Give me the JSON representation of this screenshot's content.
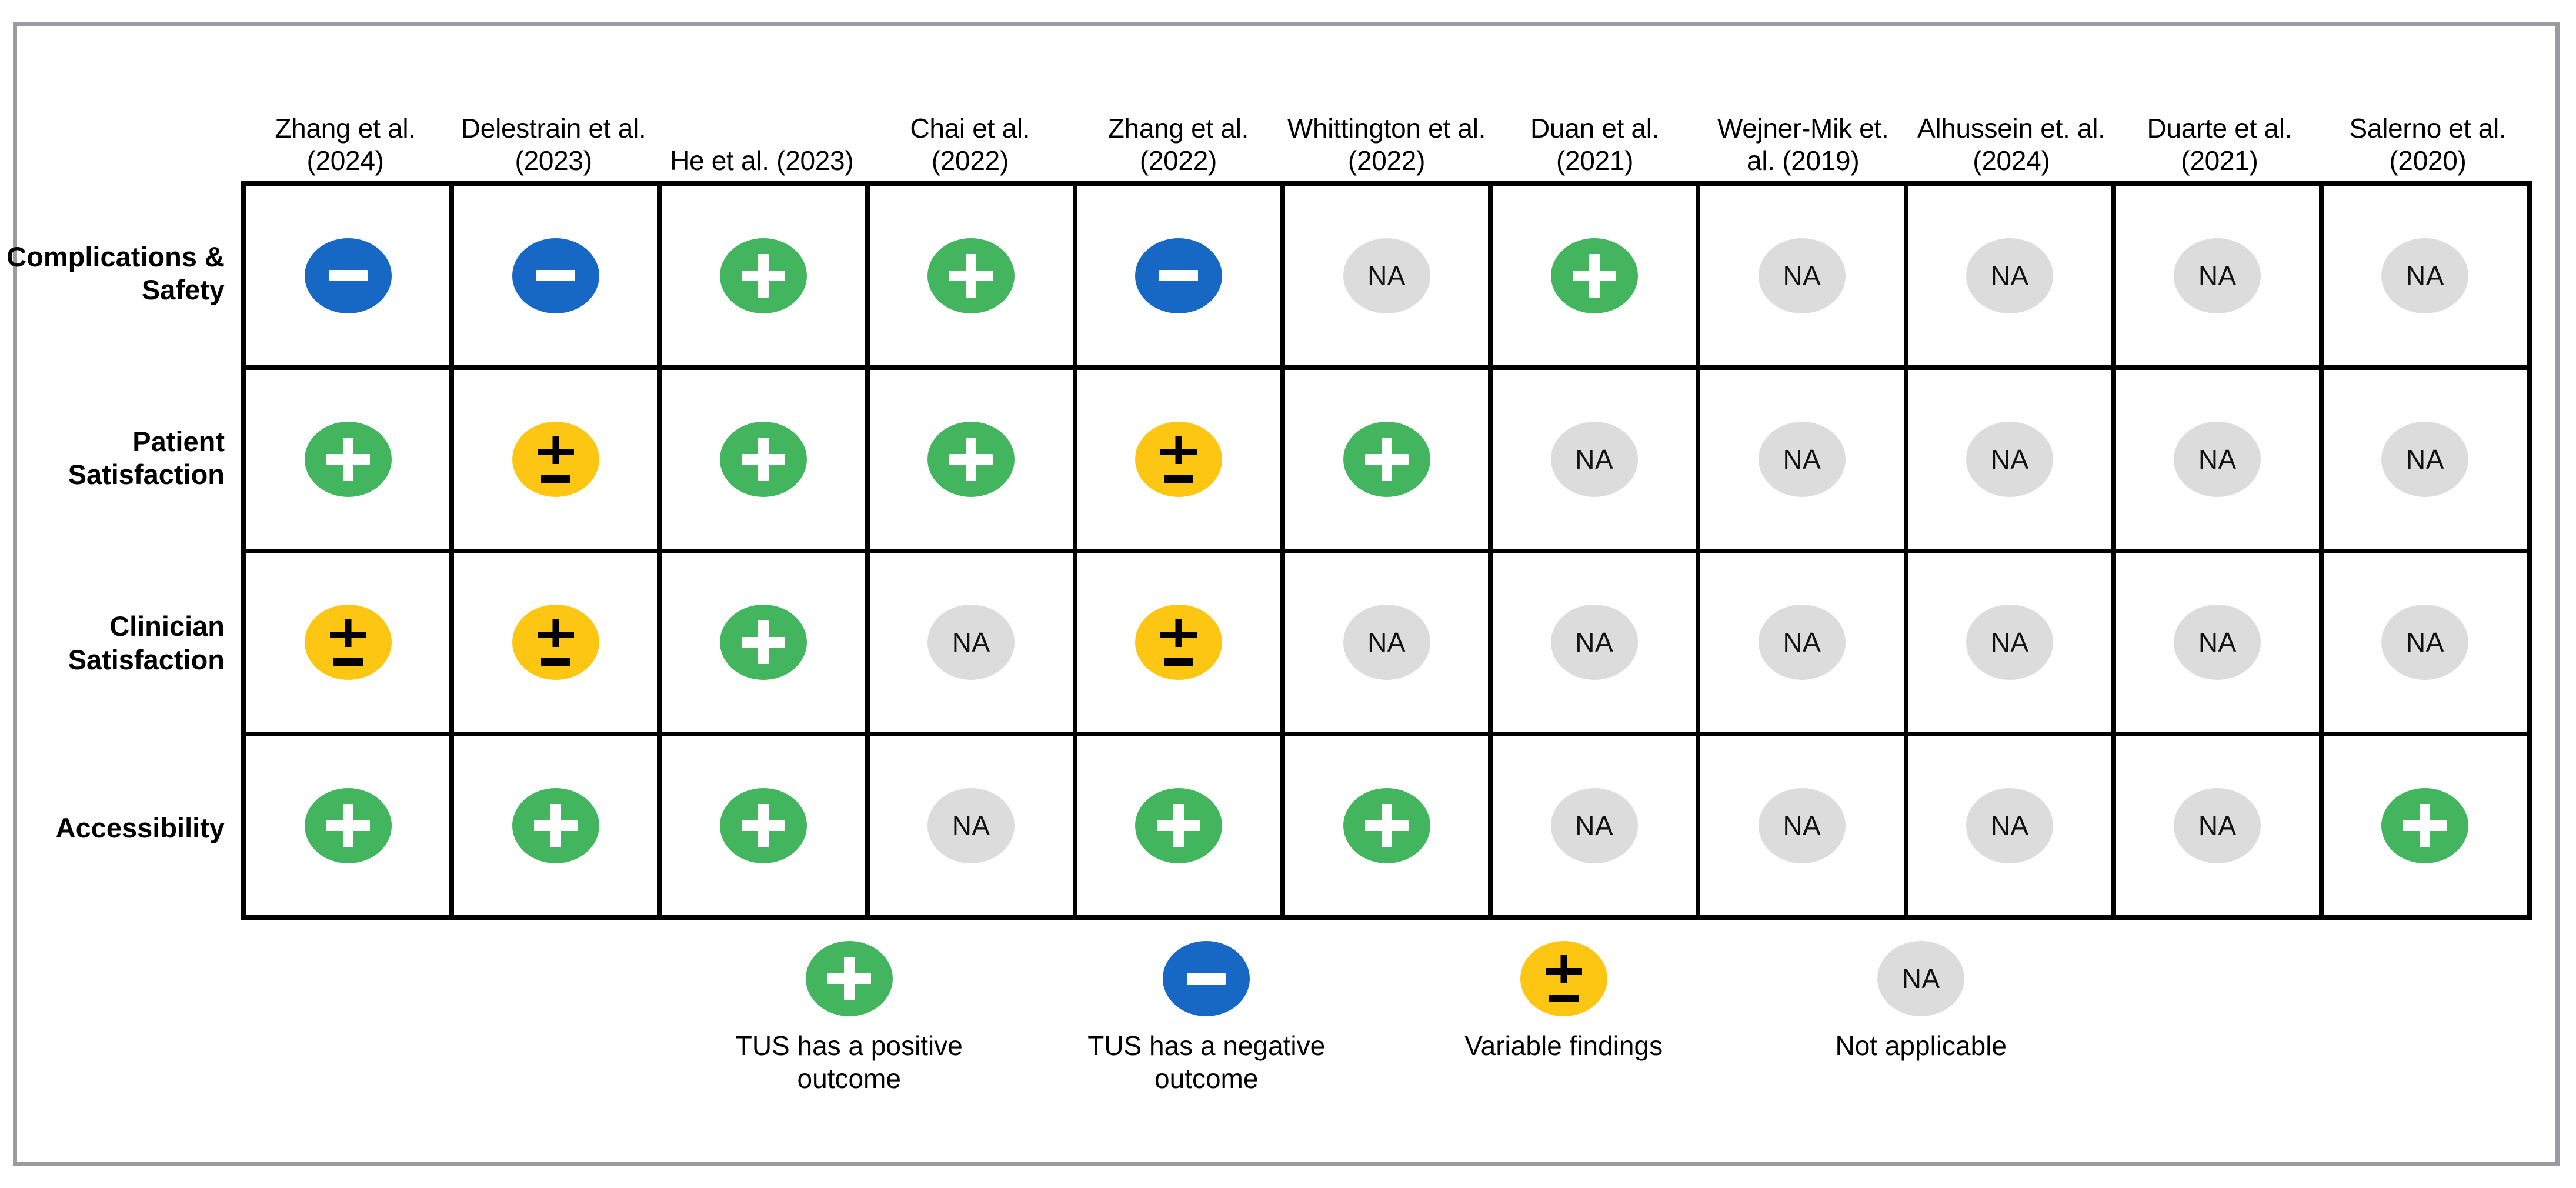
{
  "figure": {
    "type": "harvest-plot-matrix",
    "frame_color": "#9a9aa0",
    "grid_line_color": "#000000"
  },
  "columns": [
    {
      "id": "zhang-2024",
      "label": "Zhang et al. (2024)"
    },
    {
      "id": "delestrain-2023",
      "label": "Delestrain et al. (2023)"
    },
    {
      "id": "he-2023",
      "label": "He et al. (2023)"
    },
    {
      "id": "chai-2022",
      "label": "Chai et al. (2022)"
    },
    {
      "id": "zhang-2022",
      "label": "Zhang et al. (2022)"
    },
    {
      "id": "whittington-2022",
      "label": "Whittington et al. (2022)"
    },
    {
      "id": "duan-2021",
      "label": "Duan et al. (2021)"
    },
    {
      "id": "wejner-mik-2019",
      "label": "Wejner-Mik et. al. (2019)"
    },
    {
      "id": "alhussein-2024",
      "label": "Alhussein et. al. (2024)"
    },
    {
      "id": "duarte-2021",
      "label": "Duarte et al. (2021)"
    },
    {
      "id": "salerno-2020",
      "label": "Salerno et al. (2020)"
    }
  ],
  "rows": [
    {
      "id": "complications-safety",
      "label": "Complications & Safety"
    },
    {
      "id": "patient-satisfaction",
      "label": "Patient Satisfaction"
    },
    {
      "id": "clinician-satisfaction",
      "label": "Clinician Satisfaction"
    },
    {
      "id": "accessibility",
      "label": "Accessibility"
    }
  ],
  "matrix": [
    [
      "negative",
      "negative",
      "positive",
      "positive",
      "negative",
      "na",
      "positive",
      "na",
      "na",
      "na",
      "na"
    ],
    [
      "positive",
      "variable",
      "positive",
      "positive",
      "variable",
      "positive",
      "na",
      "na",
      "na",
      "na",
      "na"
    ],
    [
      "variable",
      "variable",
      "positive",
      "na",
      "variable",
      "na",
      "na",
      "na",
      "na",
      "na",
      "na"
    ],
    [
      "positive",
      "positive",
      "positive",
      "na",
      "positive",
      "positive",
      "na",
      "na",
      "na",
      "na",
      "positive"
    ]
  ],
  "glyphs": {
    "positive": "+",
    "negative": "−",
    "variable": "±",
    "na": "NA"
  },
  "colors": {
    "positive": "#43b55e",
    "negative": "#1668c4",
    "variable": "#fcc612",
    "na": "#dcdcdc",
    "glyph_light": "#ffffff",
    "glyph_dark": "#111111"
  },
  "legend": [
    {
      "id": "positive",
      "kind": "positive",
      "label": "TUS has a positive outcome"
    },
    {
      "id": "negative",
      "kind": "negative",
      "label": "TUS has a negative outcome"
    },
    {
      "id": "variable",
      "kind": "variable",
      "label": "Variable findings"
    },
    {
      "id": "na",
      "kind": "na",
      "label": "Not applicable"
    }
  ],
  "chart_data": {
    "type": "heatmap",
    "title": "",
    "xlabel": "",
    "ylabel": "",
    "categories": [
      "Zhang et al. (2024)",
      "Delestrain et al. (2023)",
      "He et al. (2023)",
      "Chai et al. (2022)",
      "Zhang et al. (2022)",
      "Whittington et al. (2022)",
      "Duan et al. (2021)",
      "Wejner-Mik et. al. (2019)",
      "Alhussein et. al. (2024)",
      "Duarte et al. (2021)",
      "Salerno et al. (2020)"
    ],
    "series": [
      {
        "name": "Complications & Safety",
        "values": [
          "negative",
          "negative",
          "positive",
          "positive",
          "negative",
          "na",
          "positive",
          "na",
          "na",
          "na",
          "na"
        ]
      },
      {
        "name": "Patient Satisfaction",
        "values": [
          "positive",
          "variable",
          "positive",
          "positive",
          "variable",
          "positive",
          "na",
          "na",
          "na",
          "na",
          "na"
        ]
      },
      {
        "name": "Clinician Satisfaction",
        "values": [
          "variable",
          "variable",
          "positive",
          "na",
          "variable",
          "na",
          "na",
          "na",
          "na",
          "na",
          "na"
        ]
      },
      {
        "name": "Accessibility",
        "values": [
          "positive",
          "positive",
          "positive",
          "na",
          "positive",
          "positive",
          "na",
          "na",
          "na",
          "na",
          "positive"
        ]
      }
    ],
    "legend_position": "bottom",
    "legend_entries": [
      "TUS has a positive outcome",
      "TUS has a negative outcome",
      "Variable findings",
      "Not applicable"
    ],
    "grid": true
  }
}
